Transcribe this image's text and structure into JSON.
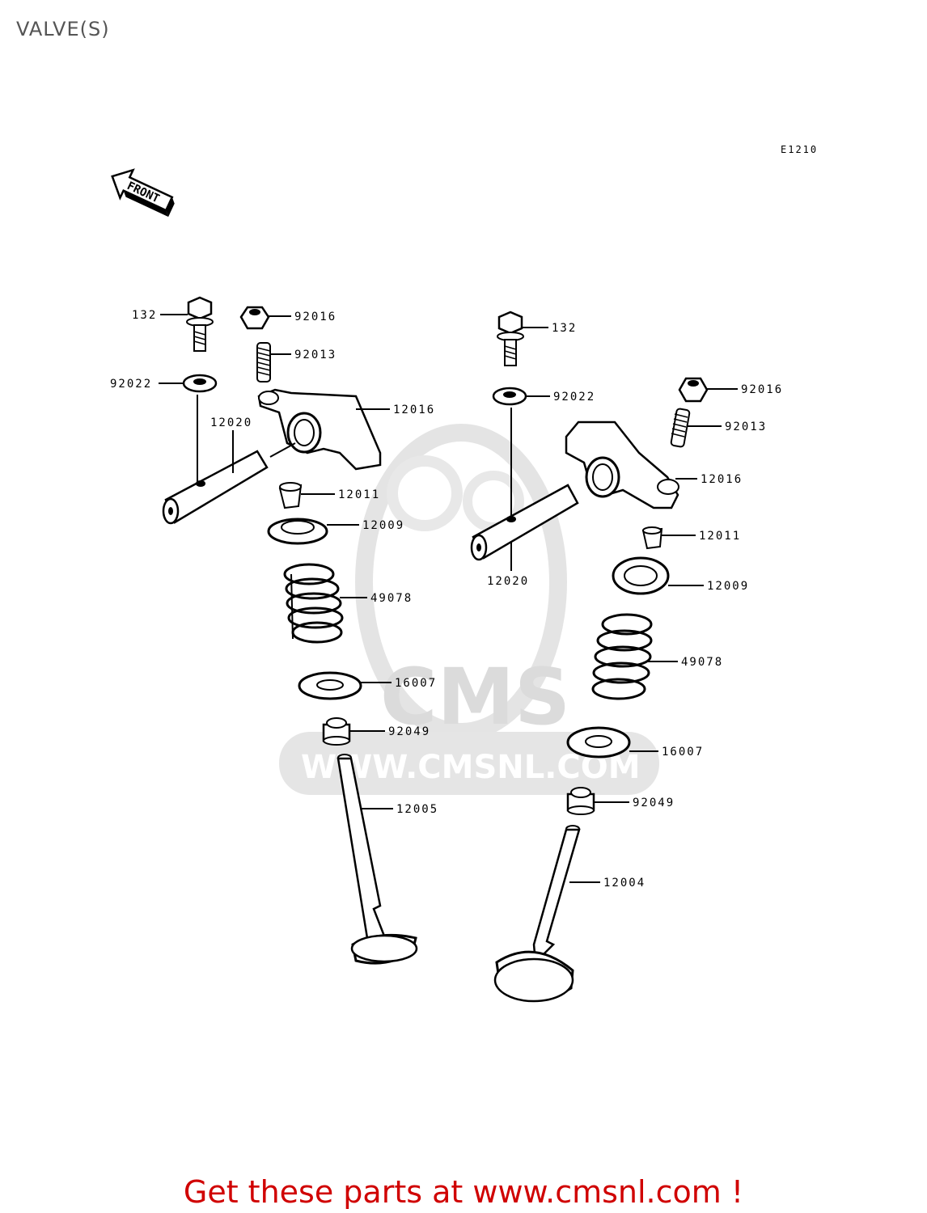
{
  "header": {
    "title": "VALVE(S)"
  },
  "diagram": {
    "code": "E1210",
    "front_label": "FRONT",
    "watermark": {
      "logo_text": "CMS",
      "url_text": "WWW.CMSNL.COM"
    },
    "callouts": [
      {
        "id": "left-132",
        "label": "132"
      },
      {
        "id": "left-92016",
        "label": "92016"
      },
      {
        "id": "left-92013",
        "label": "92013"
      },
      {
        "id": "left-92022",
        "label": "92022"
      },
      {
        "id": "left-12016",
        "label": "12016"
      },
      {
        "id": "left-12020",
        "label": "12020"
      },
      {
        "id": "left-12011",
        "label": "12011"
      },
      {
        "id": "left-12009",
        "label": "12009"
      },
      {
        "id": "left-49078",
        "label": "49078"
      },
      {
        "id": "left-16007",
        "label": "16007"
      },
      {
        "id": "left-92049",
        "label": "92049"
      },
      {
        "id": "left-12005",
        "label": "12005"
      },
      {
        "id": "right-132",
        "label": "132"
      },
      {
        "id": "right-92022",
        "label": "92022"
      },
      {
        "id": "right-92016",
        "label": "92016"
      },
      {
        "id": "right-92013",
        "label": "92013"
      },
      {
        "id": "right-12016",
        "label": "12016"
      },
      {
        "id": "right-12020",
        "label": "12020"
      },
      {
        "id": "right-12011",
        "label": "12011"
      },
      {
        "id": "right-12009",
        "label": "12009"
      },
      {
        "id": "right-49078",
        "label": "49078"
      },
      {
        "id": "right-16007",
        "label": "16007"
      },
      {
        "id": "right-92049",
        "label": "92049"
      },
      {
        "id": "right-12004",
        "label": "12004"
      }
    ]
  },
  "footer": {
    "promo_text": "Get these parts at www.cmsnl.com !",
    "promo_color": "#d00000"
  }
}
